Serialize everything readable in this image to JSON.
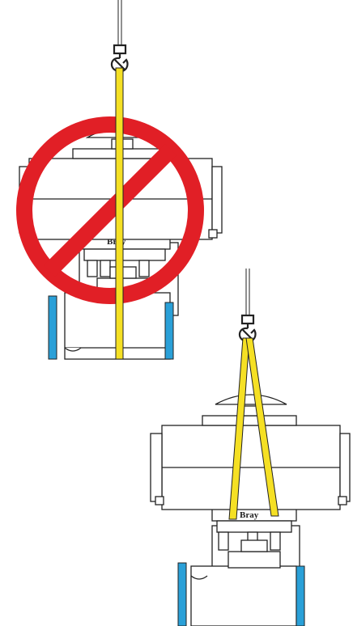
{
  "diagram": {
    "brand_label": "Bray",
    "colors": {
      "sling": "#f5e024",
      "prohibition": "#e11f26",
      "flange": "#2aa0d8",
      "outline": "#222222"
    },
    "icons": [
      "crane-hook-icon",
      "prohibition-sign-icon"
    ],
    "panels": [
      {
        "name": "incorrect-single-sling-lift",
        "sling_count": 1,
        "prohibited": true
      },
      {
        "name": "correct-two-sling-lift",
        "sling_count": 2,
        "prohibited": false
      }
    ]
  }
}
